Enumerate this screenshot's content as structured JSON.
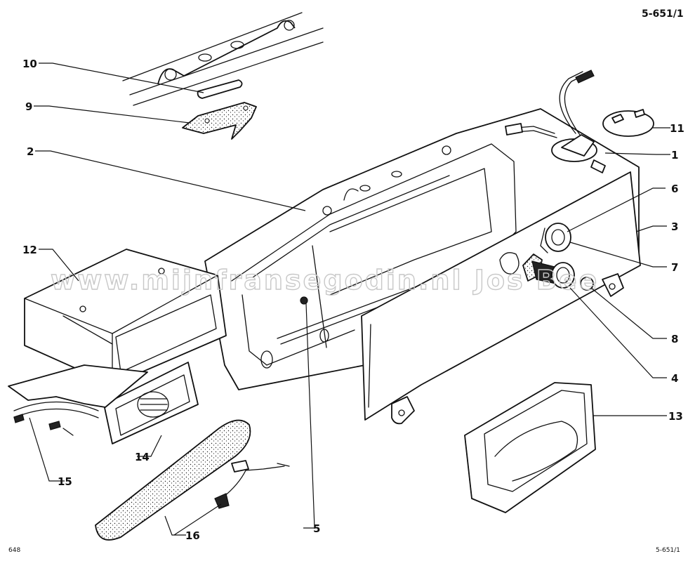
{
  "sheet": {
    "ref_top": "5-651/1",
    "ref_bottom": "5-651/1",
    "page_number": "648",
    "watermark": "www.mijnfransegodin.nl   Jos Bee"
  },
  "callouts": [
    {
      "id": "c10",
      "label": "10"
    },
    {
      "id": "c9",
      "label": "9"
    },
    {
      "id": "c2",
      "label": "2"
    },
    {
      "id": "c11",
      "label": "11"
    },
    {
      "id": "c1",
      "label": "1"
    },
    {
      "id": "c6",
      "label": "6"
    },
    {
      "id": "c3",
      "label": "3"
    },
    {
      "id": "c7",
      "label": "7"
    },
    {
      "id": "c8",
      "label": "8"
    },
    {
      "id": "c4",
      "label": "4"
    },
    {
      "id": "c12",
      "label": "12"
    },
    {
      "id": "c13",
      "label": "13"
    },
    {
      "id": "c14",
      "label": "14"
    },
    {
      "id": "c15",
      "label": "15"
    },
    {
      "id": "c16",
      "label": "16"
    },
    {
      "id": "c5",
      "label": "5"
    }
  ]
}
